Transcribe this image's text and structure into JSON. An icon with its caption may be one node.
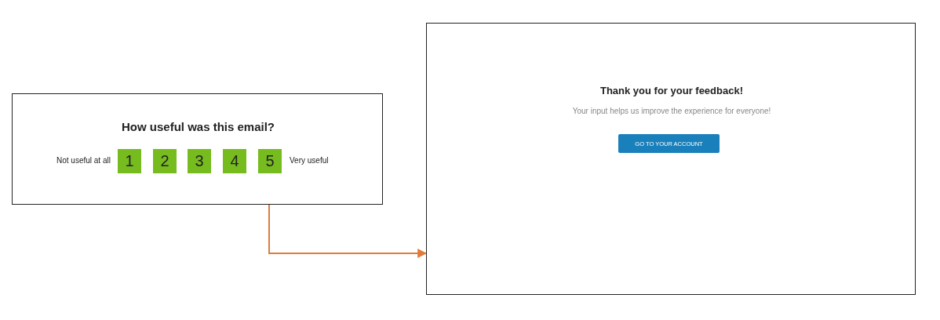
{
  "diagram": {
    "nodes": [
      {
        "text": [
          "How useful was this email?",
          "Not useful at all",
          "Very useful"
        ]
      },
      {
        "text": [
          "1"
        ],
        "in": 0
      },
      {
        "text": [
          "2"
        ],
        "in": 0
      },
      {
        "text": [
          "3"
        ],
        "in": 0
      },
      {
        "text": [
          "4"
        ],
        "in": 0
      },
      {
        "text": [
          "5"
        ],
        "in": 0
      },
      {
        "text": [
          "Thank you for your feedback!",
          "Your input helps us improve the experience for everyone!"
        ]
      },
      {
        "text": [
          "GO TO YOUR ACCOUNT"
        ],
        "in": 6
      }
    ],
    "edges": [
      {
        "from": 5,
        "to": 6,
        "arrow": "to",
        "color": "#e07b39"
      }
    ]
  }
}
